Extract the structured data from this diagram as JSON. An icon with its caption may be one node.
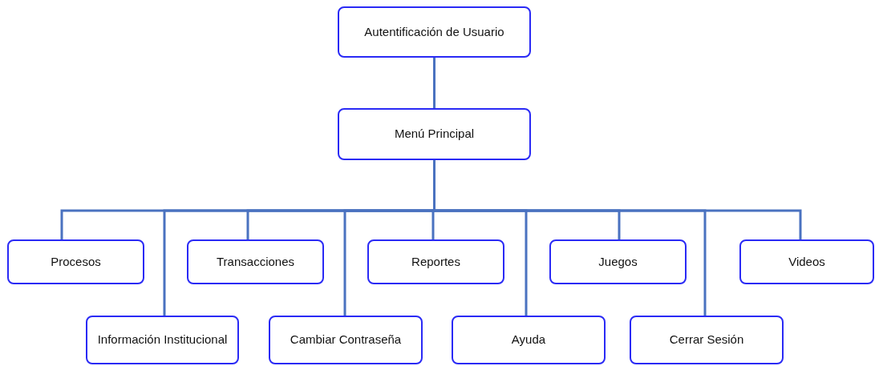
{
  "diagram": {
    "nodes": [
      {
        "text": [
          "Autentificación de Usuario"
        ]
      },
      {
        "text": [
          "Menú Principal"
        ]
      },
      {
        "text": [
          "Procesos"
        ]
      },
      {
        "text": [
          "Información Institucional"
        ]
      },
      {
        "text": [
          "Transacciones"
        ]
      },
      {
        "text": [
          "Cambiar Contraseña"
        ]
      },
      {
        "text": [
          "Reportes"
        ]
      },
      {
        "text": [
          "Ayuda"
        ]
      },
      {
        "text": [
          "Juegos"
        ]
      },
      {
        "text": [
          "Cerrar Sesión"
        ]
      },
      {
        "text": [
          "Videos"
        ]
      }
    ],
    "edges": [
      {
        "from": 0,
        "to": 1,
        "arrow": "none"
      },
      {
        "from": 1,
        "to": 2,
        "arrow": "none"
      },
      {
        "from": 1,
        "to": 3,
        "arrow": "none"
      },
      {
        "from": 1,
        "to": 4,
        "arrow": "none"
      },
      {
        "from": 1,
        "to": 5,
        "arrow": "none"
      },
      {
        "from": 1,
        "to": 6,
        "arrow": "none"
      },
      {
        "from": 1,
        "to": 7,
        "arrow": "none"
      },
      {
        "from": 1,
        "to": 8,
        "arrow": "none"
      },
      {
        "from": 1,
        "to": 9,
        "arrow": "none"
      },
      {
        "from": 1,
        "to": 10,
        "arrow": "none"
      }
    ]
  }
}
